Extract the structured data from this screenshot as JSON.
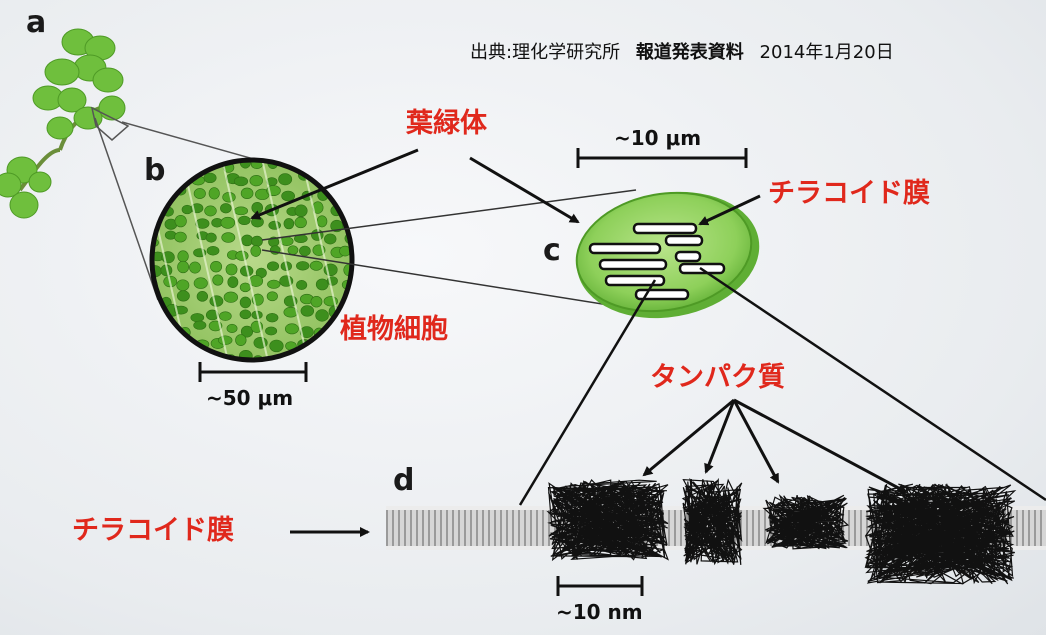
{
  "source": {
    "prefix": "出典:理化学研究所",
    "doc": "報道発表資料",
    "date": "2014年1月20日"
  },
  "panels": {
    "a": "a",
    "b": "b",
    "c": "c",
    "d": "d"
  },
  "labels": {
    "chloroplast": "葉緑体",
    "thylakoid_top": "チラコイド膜",
    "plant_cell": "植物細胞",
    "protein": "タンパク質",
    "thylakoid_bottom": "チラコイド膜"
  },
  "scale_bars": {
    "cell": "~50 μm",
    "chloroplast": "~10 μm",
    "protein": "~10 nm"
  },
  "colors": {
    "label_red": "#e0281c",
    "chloroplast_green": "#8ed05a",
    "cell_green": "#5db52e"
  }
}
